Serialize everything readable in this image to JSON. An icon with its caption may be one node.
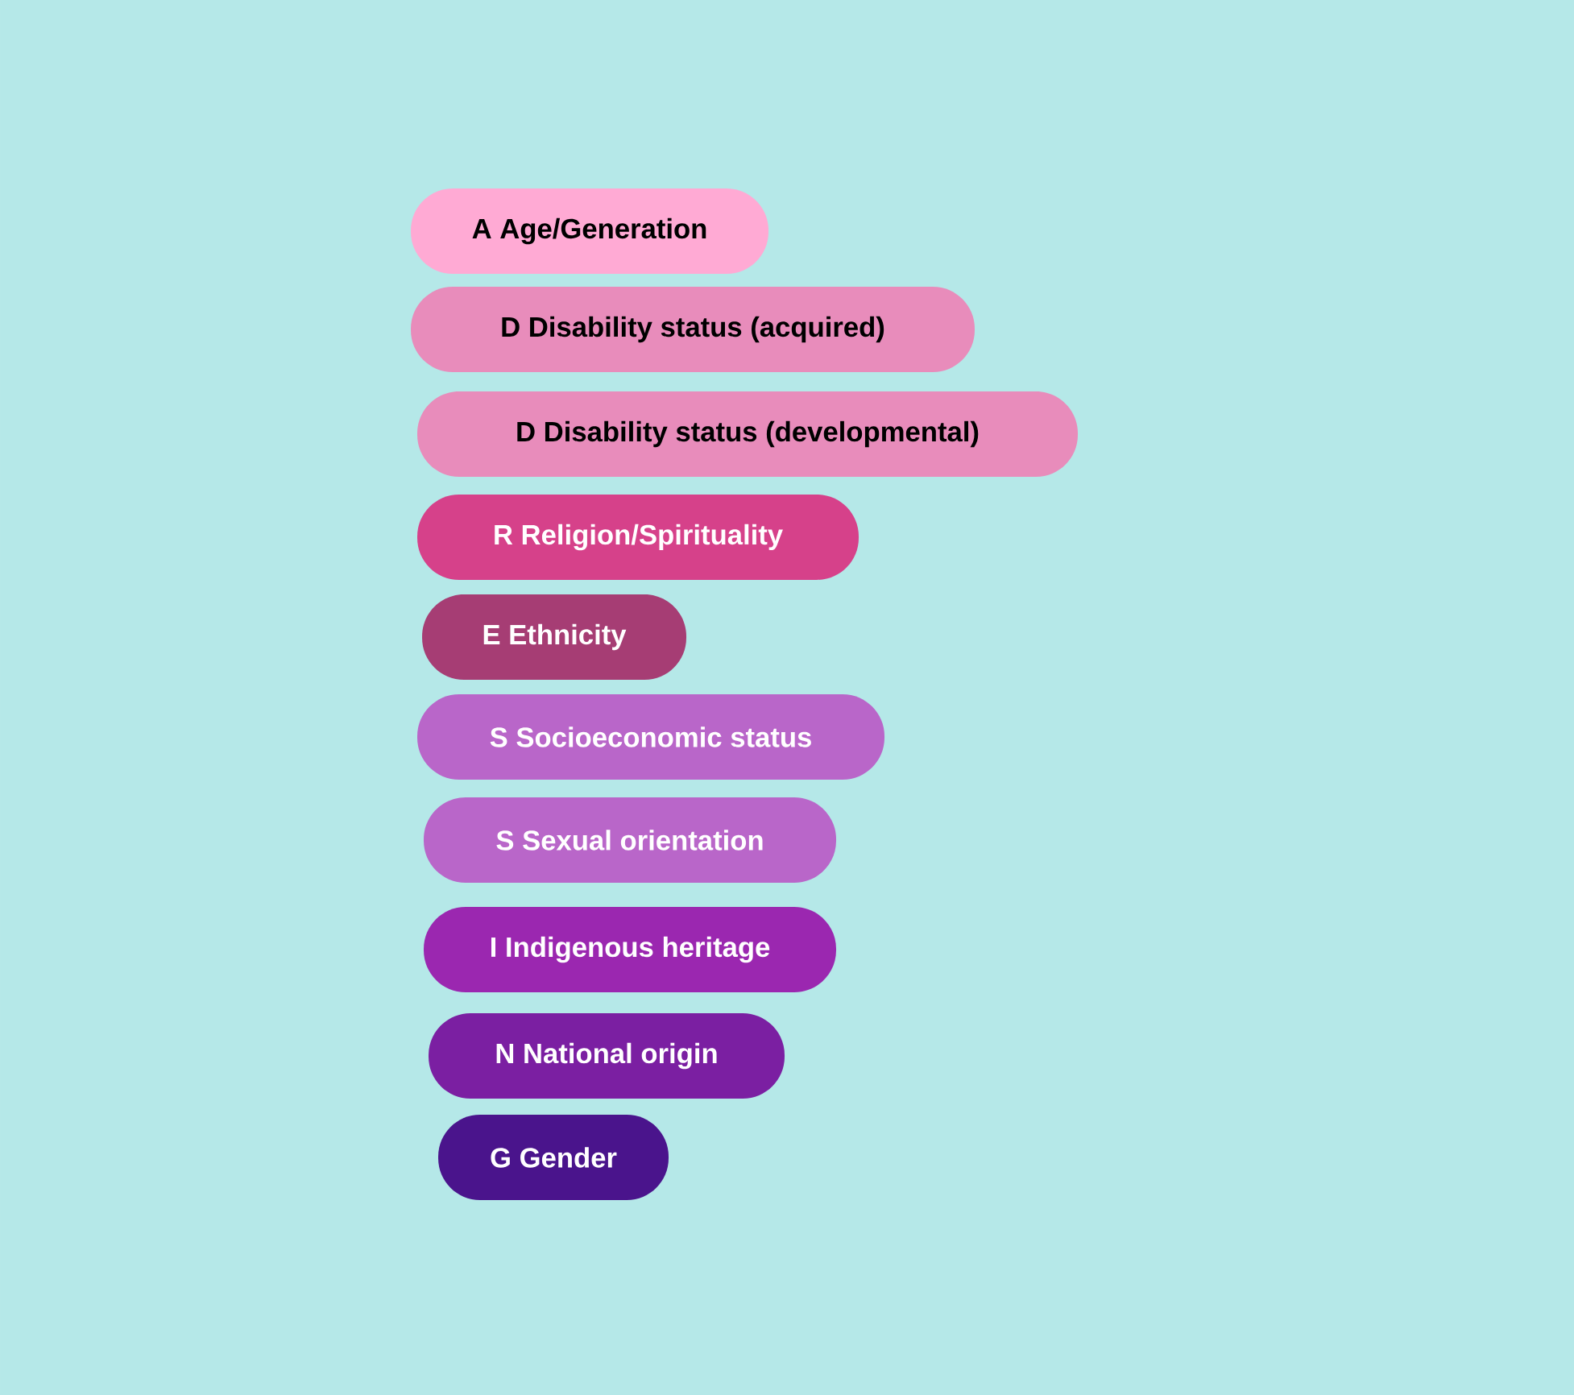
{
  "diagram": {
    "nodes": [
      {
        "text": [
          "A Age/Generation"
        ]
      },
      {
        "text": [
          "D Disability status (acquired)"
        ]
      },
      {
        "text": [
          "D Disability status (developmental)"
        ]
      },
      {
        "text": [
          "R Religion/Spirituality"
        ]
      },
      {
        "text": [
          "E Ethnicity"
        ]
      },
      {
        "text": [
          "S Socioeconomic status"
        ]
      },
      {
        "text": [
          "S Sexual orientation"
        ]
      },
      {
        "text": [
          "I Indigenous heritage"
        ]
      },
      {
        "text": [
          "N National origin"
        ]
      },
      {
        "text": [
          "G Gender"
        ]
      }
    ]
  }
}
